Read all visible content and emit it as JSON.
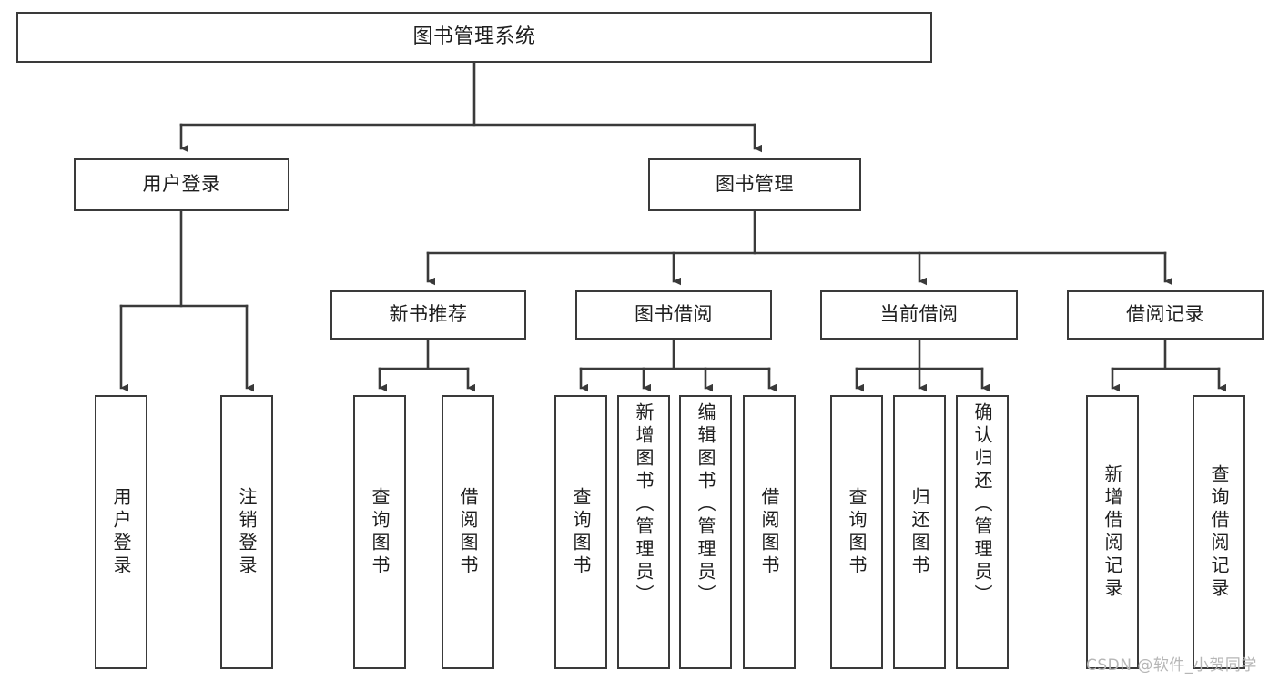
{
  "diagram": {
    "title": "图书管理系统",
    "type": "hierarchy-tree",
    "line_color": "#3a3a3a",
    "box_fill": "#ffffff",
    "text_color": "#1e1e1e",
    "background": "#ffffff"
  },
  "nodes": {
    "root": {
      "label": "图书管理系统"
    },
    "level2": [
      {
        "id": "user-login",
        "label": "用户登录"
      },
      {
        "id": "book-manage",
        "label": "图书管理"
      }
    ],
    "level3": [
      {
        "id": "new-book-recommend",
        "label": "新书推荐"
      },
      {
        "id": "book-borrow",
        "label": "图书借阅"
      },
      {
        "id": "current-borrow",
        "label": "当前借阅"
      },
      {
        "id": "borrow-record",
        "label": "借阅记录"
      }
    ],
    "leaves": {
      "user_login": [
        {
          "id": "leaf-user-login",
          "label": "用户登录"
        },
        {
          "id": "leaf-user-logout",
          "label": "注销登录"
        }
      ],
      "new_book_recommend": [
        {
          "id": "leaf-query-book-1",
          "label": "查询图书"
        },
        {
          "id": "leaf-borrow-book-1",
          "label": "借阅图书"
        }
      ],
      "book_borrow": [
        {
          "id": "leaf-query-book-2",
          "label": "查询图书"
        },
        {
          "id": "leaf-add-book",
          "label": "新增图书（管理员）"
        },
        {
          "id": "leaf-edit-book",
          "label": "编辑图书（管理员）"
        },
        {
          "id": "leaf-borrow-book-2",
          "label": "借阅图书"
        }
      ],
      "current_borrow": [
        {
          "id": "leaf-query-book-3",
          "label": "查询图书"
        },
        {
          "id": "leaf-return-book",
          "label": "归还图书"
        },
        {
          "id": "leaf-confirm-return",
          "label": "确认归还（管理员）"
        }
      ],
      "borrow_record": [
        {
          "id": "leaf-add-record",
          "label": "新增借阅记录"
        },
        {
          "id": "leaf-query-record",
          "label": "查询借阅记录"
        }
      ]
    }
  },
  "watermark": {
    "text": "CSDN @软件_小贺同学"
  }
}
